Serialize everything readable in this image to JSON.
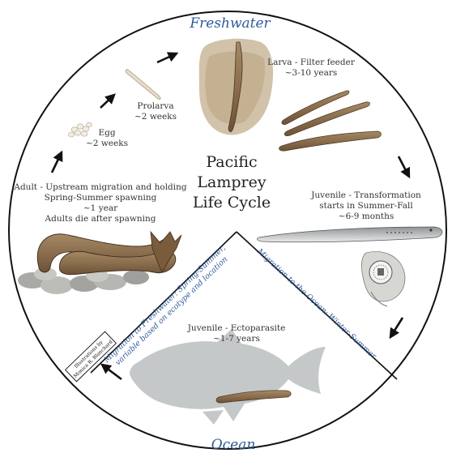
{
  "habitats": {
    "top": "Freshwater",
    "bottom": "Ocean"
  },
  "title": [
    "Pacific",
    "Lamprey",
    "Life Cycle"
  ],
  "stages": {
    "egg": [
      "Egg",
      "~2 weeks"
    ],
    "prolarva": [
      "Prolarva",
      "~2 weeks"
    ],
    "larva": [
      "Larva - Filter feeder",
      "~3-10 years"
    ],
    "juvenile_transform": [
      "Juvenile - Transformation",
      "starts in Summer-Fall",
      "~6-9 months"
    ],
    "juvenile_ecto": [
      "Juvenile - Ectoparasite",
      "~1-7 years"
    ],
    "adult": [
      "Adult - Upstream migration and holding",
      "Spring-Summer spawning",
      "~1 year",
      "Adults die after spawning"
    ]
  },
  "migration_ocean": "Migration to the Ocean: Winter-Summer",
  "migration_fresh": [
    "Migration to Freshwater: Spring-Summer,",
    "variable based on ecotype and location"
  ],
  "credit": [
    "Illustrations by",
    "Monica R. Blanchard"
  ],
  "colors": {
    "habitat_text": "#2e5a9c",
    "lamprey_brown": "#8a6a45",
    "sediment": "#c9b79a",
    "fish_grey": "#bfc2c3"
  }
}
